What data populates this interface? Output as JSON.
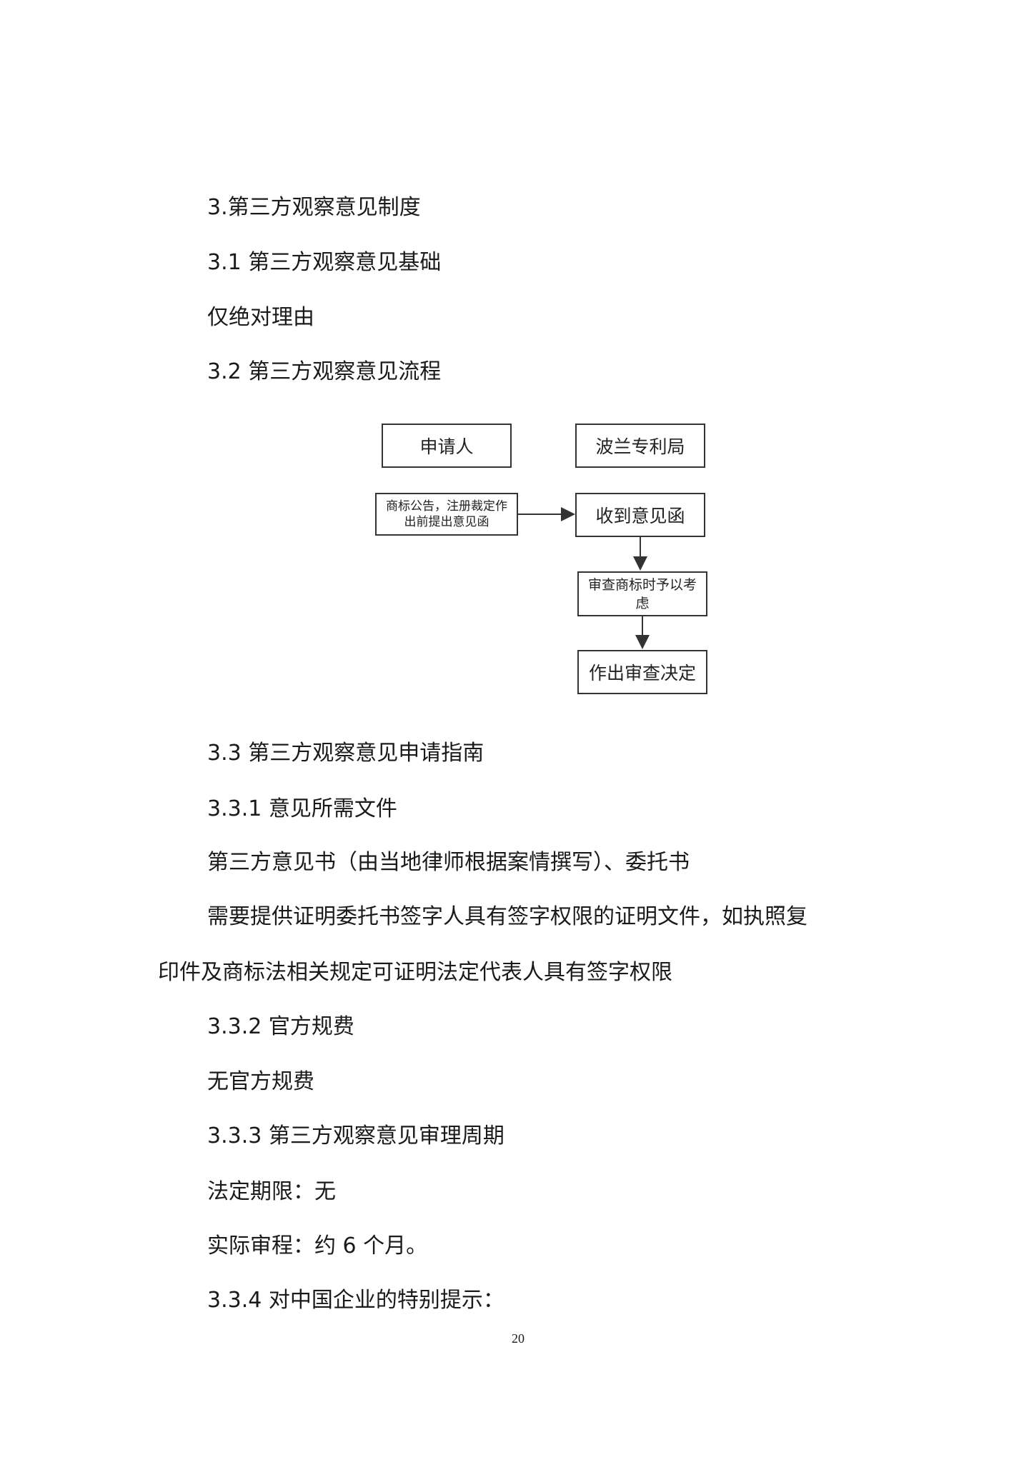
{
  "lines": [
    "3.第三方观察意见制度",
    "3.1 第三方观察意见基础",
    "仅绝对理由",
    "3.2 第三方观察意见流程",
    "3.3 第三方观察意见申请指南",
    "3.3.1 意见所需文件",
    "第三方意见书（由当地律师根据案情撰写）、委托书",
    "需要提供证明委托书签字人具有签字权限的证明文件，如执照复",
    "印件及商标法相关规定可证明法定代表人具有签字权限",
    "3.3.2 官方规费",
    "无官方规费",
    "3.3.3 第三方观察意见审理周期",
    "法定期限：无",
    "实际审程：约 6 个月。",
    "3.3.4 对中国企业的特别提示："
  ],
  "diagram": {
    "applicant": "申请人",
    "office": "波兰专利局",
    "submit": "商标公告，注册裁定作出前提出意见函",
    "receive": "收到意见函",
    "consider": "审查商标时予以考虑",
    "decision": "作出审查决定"
  },
  "page_number": "20"
}
